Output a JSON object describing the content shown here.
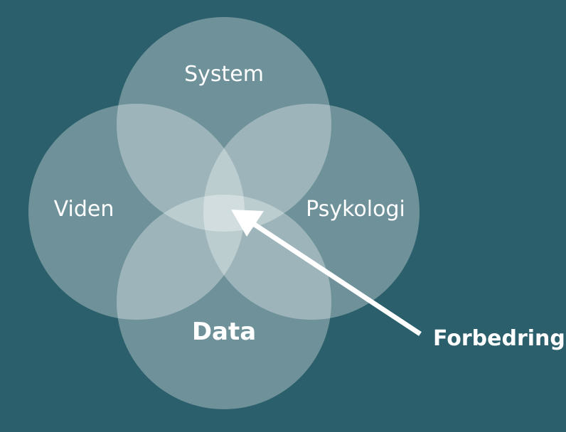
{
  "colors": {
    "background": "#2b5f6b",
    "circle_fill": "#ffffff",
    "text": "#ffffff",
    "arrow": "#ffffff"
  },
  "circles": [
    {
      "id": "system",
      "label": "System"
    },
    {
      "id": "viden",
      "label": "Viden"
    },
    {
      "id": "psykologi",
      "label": "Psykologi"
    },
    {
      "id": "data",
      "label": "Data"
    }
  ],
  "callout": {
    "label": "Forbedring"
  }
}
